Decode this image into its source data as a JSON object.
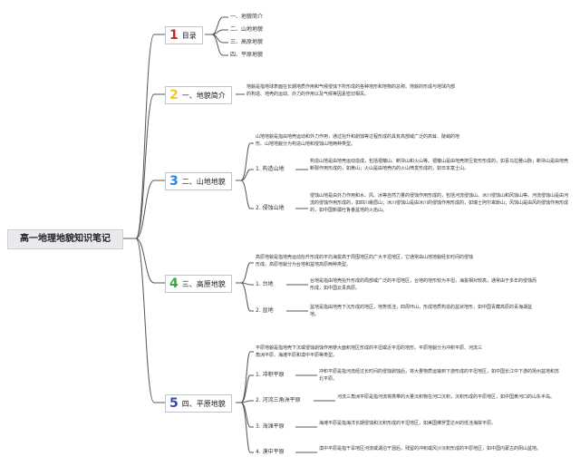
{
  "root": "高一地理地貌知识笔记",
  "topics": [
    {
      "num": "1",
      "color": "#c62828",
      "label": "目录"
    },
    {
      "num": "2",
      "color": "#fbc02d",
      "label": "一、地貌简介"
    },
    {
      "num": "3",
      "color": "#1e88e5",
      "label": "二、山地地貌"
    },
    {
      "num": "4",
      "color": "#43a047",
      "label": "三、高原地貌"
    },
    {
      "num": "5",
      "color": "#3949ab",
      "label": "四、平原地貌"
    }
  ],
  "toc": [
    "一、地貌简介",
    "二、山地地貌",
    "三、高原地貌",
    "四、平原地貌"
  ],
  "intro": "地貌是指地球表面在长期地质作用和气候侵蚀下所形成的各种地形和地物的总称。地貌的形成与地球内部的构造、地壳的运动、外力的作用以及气候等因素密切相关。",
  "mountain": {
    "summary": "山地地貌是指由地壳运动和外力作用，通过抬升和剥蚀等过程形成的具有高部威广泛的高耸、陡峭的地形。山地地貌分为构造山地和侵蚀山地两种类型。",
    "items": [
      {
        "label": "1. 构造山地",
        "text": "构造山地是由地壳运动造成，包括褶皱山、断块山和火山等。褶皱山是由地壳挤压变形形成的，如喜马拉雅山脉；断块山是由地壳断裂作用形成的，如黄山；火山是由地壳内的火山喷发形成的，如日本富士山。"
      },
      {
        "label": "2. 侵蚀山地",
        "text": "侵蚀山地是由外力作用和水、风、冰等自然力量的侵蚀作用形成的，包括河流侵蚀山、冰川侵蚀山和风蚀山等。河流侵蚀山是由河流的侵蚀作用形成的，如四川峨眉山；冰川侵蚀山是由冰川的侵蚀作用形成的，如瑞士阿尔卑斯山；风蚀山是由风的侵蚀作用形成的，如中国新疆吐鲁番盆地的火焰山。"
      }
    ]
  },
  "plateau": {
    "summary": "高原地貌是指地壳运动抬升形成的平均海拔高于周围地区的广大平坦地区，它通常由山地地貌经长时间的侵蚀形成。高原地貌分为台地和盆地高原两种类型。",
    "items": [
      {
        "label": "1. 台地",
        "text": "台地是指由地壳抬升形成的局部或广泛的平坦地区，台地的地形较为平坦，海拔相对较高，通常由于多年的侵蚀而形成，如中国云贵高原。"
      },
      {
        "label": "2. 盆地",
        "text": "盆地是指由地壳下沉形成的地区，地势低洼，四周环山，形成地质构造的盆状地形，如中国青藏高原的青海湖盆地。"
      }
    ]
  },
  "plain": {
    "summary": "平原地貌是指地壳下沉或侵蚀剥蚀作用使大面积地区形成的平坦或近平坦的地形。平原地貌分为冲积平原、河流三角洲平原、海滩平原和漠中平原等类型。",
    "items": [
      {
        "label": "1. 冲积平原",
        "text": "冲积平原是指河流经过长时间的侵蚀剥蚀后，将大量物质运输到下游形成的平坦地区，如中国长江中下游的扬州盆地和苏北平原。"
      },
      {
        "label": "2. 河流三角洲平原",
        "text": "河流三角洲平原是指河流将携带的大量沉积物在河口沉积，沉积形成的平原地区，如中国黄河口的山东半岛。"
      },
      {
        "label": "3. 海滩平原",
        "text": "海滩平原是指海洋长期侵蚀和沉积形成的平坦地区，如美国佛罗里达州的低洼海岸平原。"
      },
      {
        "label": "4. 漠中平原",
        "text": "漠中平原是指干旱地区河流或湖泊干涸后，残留的冲积或风沙沉积形成的平原地区，如中国内蒙古的阴山盆地。"
      }
    ]
  }
}
